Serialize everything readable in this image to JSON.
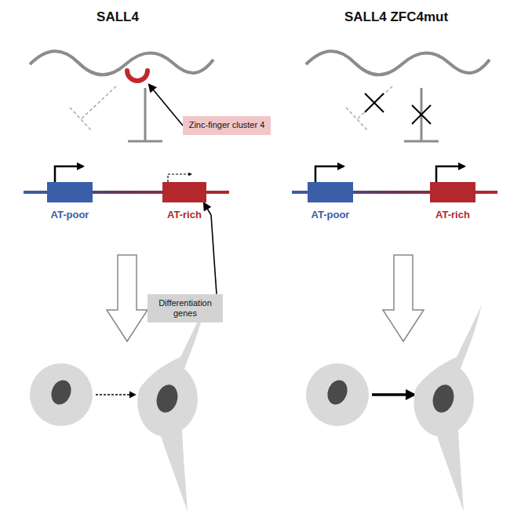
{
  "diagram": {
    "nodes": [
      {
        "text": [
          "Zinc-finger cluster 4"
        ]
      },
      {
        "text": [
          "AT-poor"
        ]
      },
      {
        "text": [
          "AT-rich"
        ]
      },
      {
        "text": [
          "AT-poor"
        ]
      },
      {
        "text": [
          "AT-rich"
        ]
      },
      {
        "text": [
          "Differentiation genes"
        ]
      }
    ],
    "edges": [
      {
        "from": 5,
        "to": 2,
        "arrow": "to"
      }
    ],
    "labels": [
      "SALL4",
      "SALL4 ZFC4mut"
    ]
  }
}
